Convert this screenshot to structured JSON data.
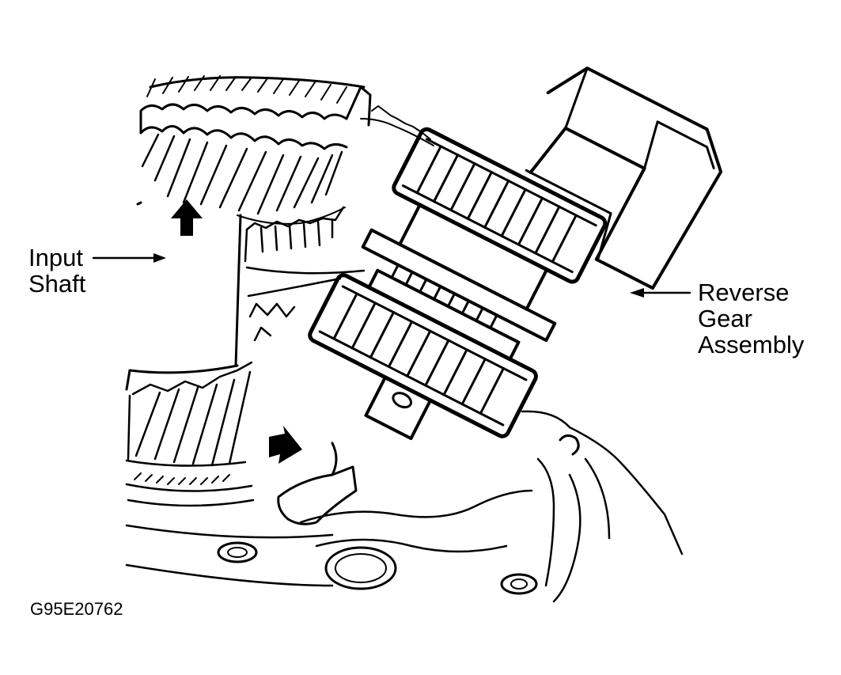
{
  "labels": {
    "input_shaft": [
      "Input",
      "Shaft"
    ],
    "reverse_gear_assembly": [
      "Reverse",
      "Gear",
      "Assembly"
    ]
  },
  "figure_id": "G95E20762",
  "colors": {
    "ink": "#000000",
    "paper": "#ffffff"
  }
}
